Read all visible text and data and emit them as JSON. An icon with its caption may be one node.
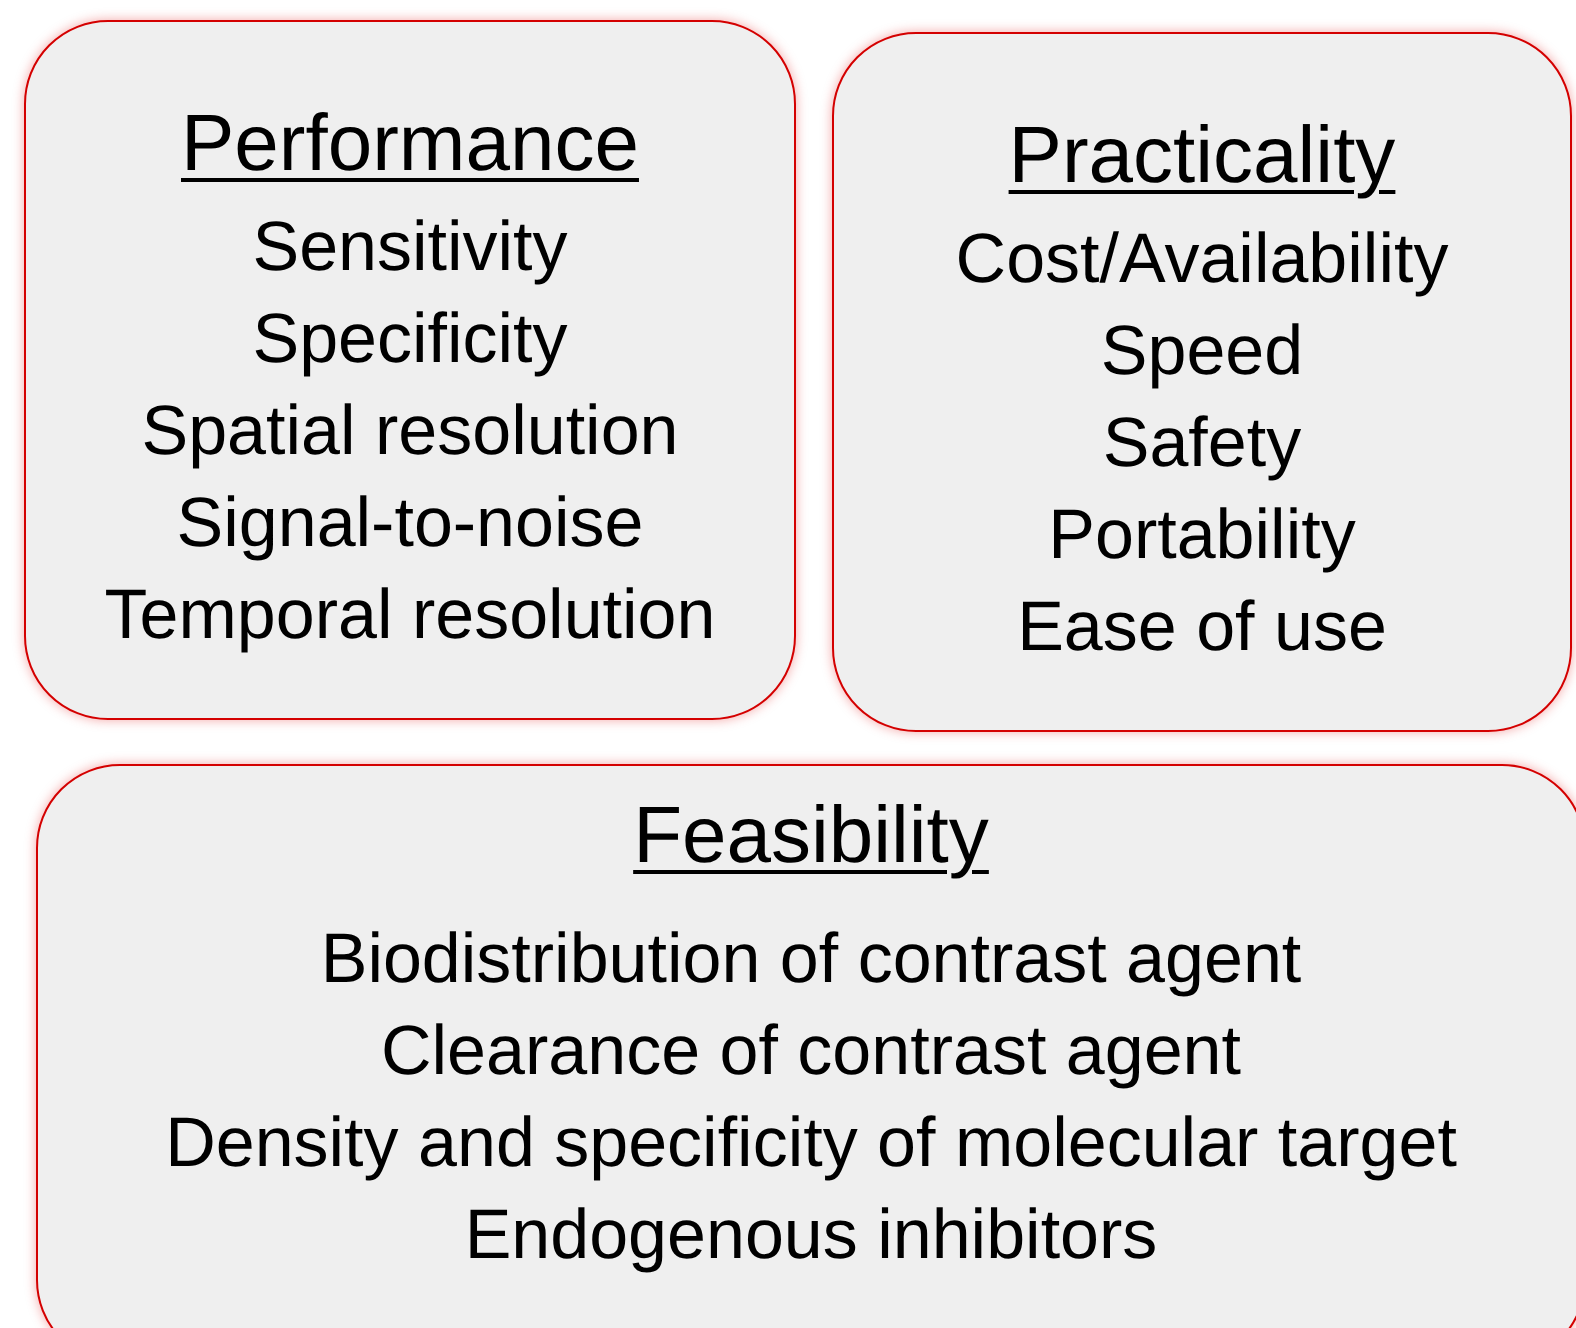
{
  "diagram": {
    "nodes": [
      {
        "text": [
          "Performance",
          "Sensitivity",
          "Specificity",
          "Spatial resolution",
          "Signal-to-noise",
          "Temporal resolution"
        ]
      },
      {
        "text": [
          "Practicality",
          "Cost/Availability",
          "Speed",
          "Safety",
          "Portability",
          "Ease of use"
        ]
      },
      {
        "text": [
          "Feasibility",
          "Biodistribution of contrast agent",
          "Clearance of contrast agent",
          "Density and specificity of molecular target",
          "Endogenous inhibitors"
        ]
      }
    ]
  }
}
